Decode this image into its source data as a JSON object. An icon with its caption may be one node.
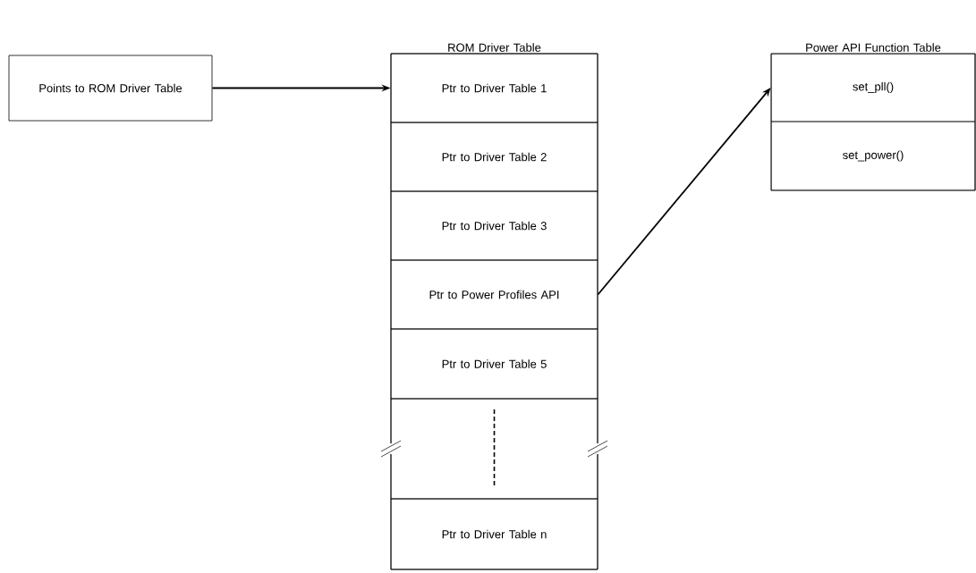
{
  "diagram": {
    "nodes": [
      {
        "text": [
          "Points to ROM Driver Table"
        ]
      },
      {
        "text": [
          "ROM Driver Table"
        ]
      },
      {
        "text": [
          "Ptr to Driver Table 1"
        ],
        "in": 1
      },
      {
        "text": [
          "Ptr to Driver Table 2"
        ],
        "in": 1
      },
      {
        "text": [
          "Ptr to Driver Table 3"
        ],
        "in": 1
      },
      {
        "text": [
          "Ptr to Power Profiles API"
        ],
        "in": 1
      },
      {
        "text": [
          "Ptr to Driver Table 5"
        ],
        "in": 1
      },
      {
        "text": [],
        "shape": "box",
        "in": 1
      },
      {
        "text": [
          "Ptr to Driver Table n"
        ],
        "in": 1
      },
      {
        "text": [
          "Power API Function Table"
        ]
      },
      {
        "text": [
          "set_pll()"
        ],
        "in": 9
      },
      {
        "text": [
          "set_power()"
        ],
        "in": 9
      }
    ],
    "edges": [
      {
        "from": 0,
        "to": 2,
        "arrow": "to"
      },
      {
        "from": 5,
        "to": 10,
        "arrow": "to"
      }
    ]
  }
}
